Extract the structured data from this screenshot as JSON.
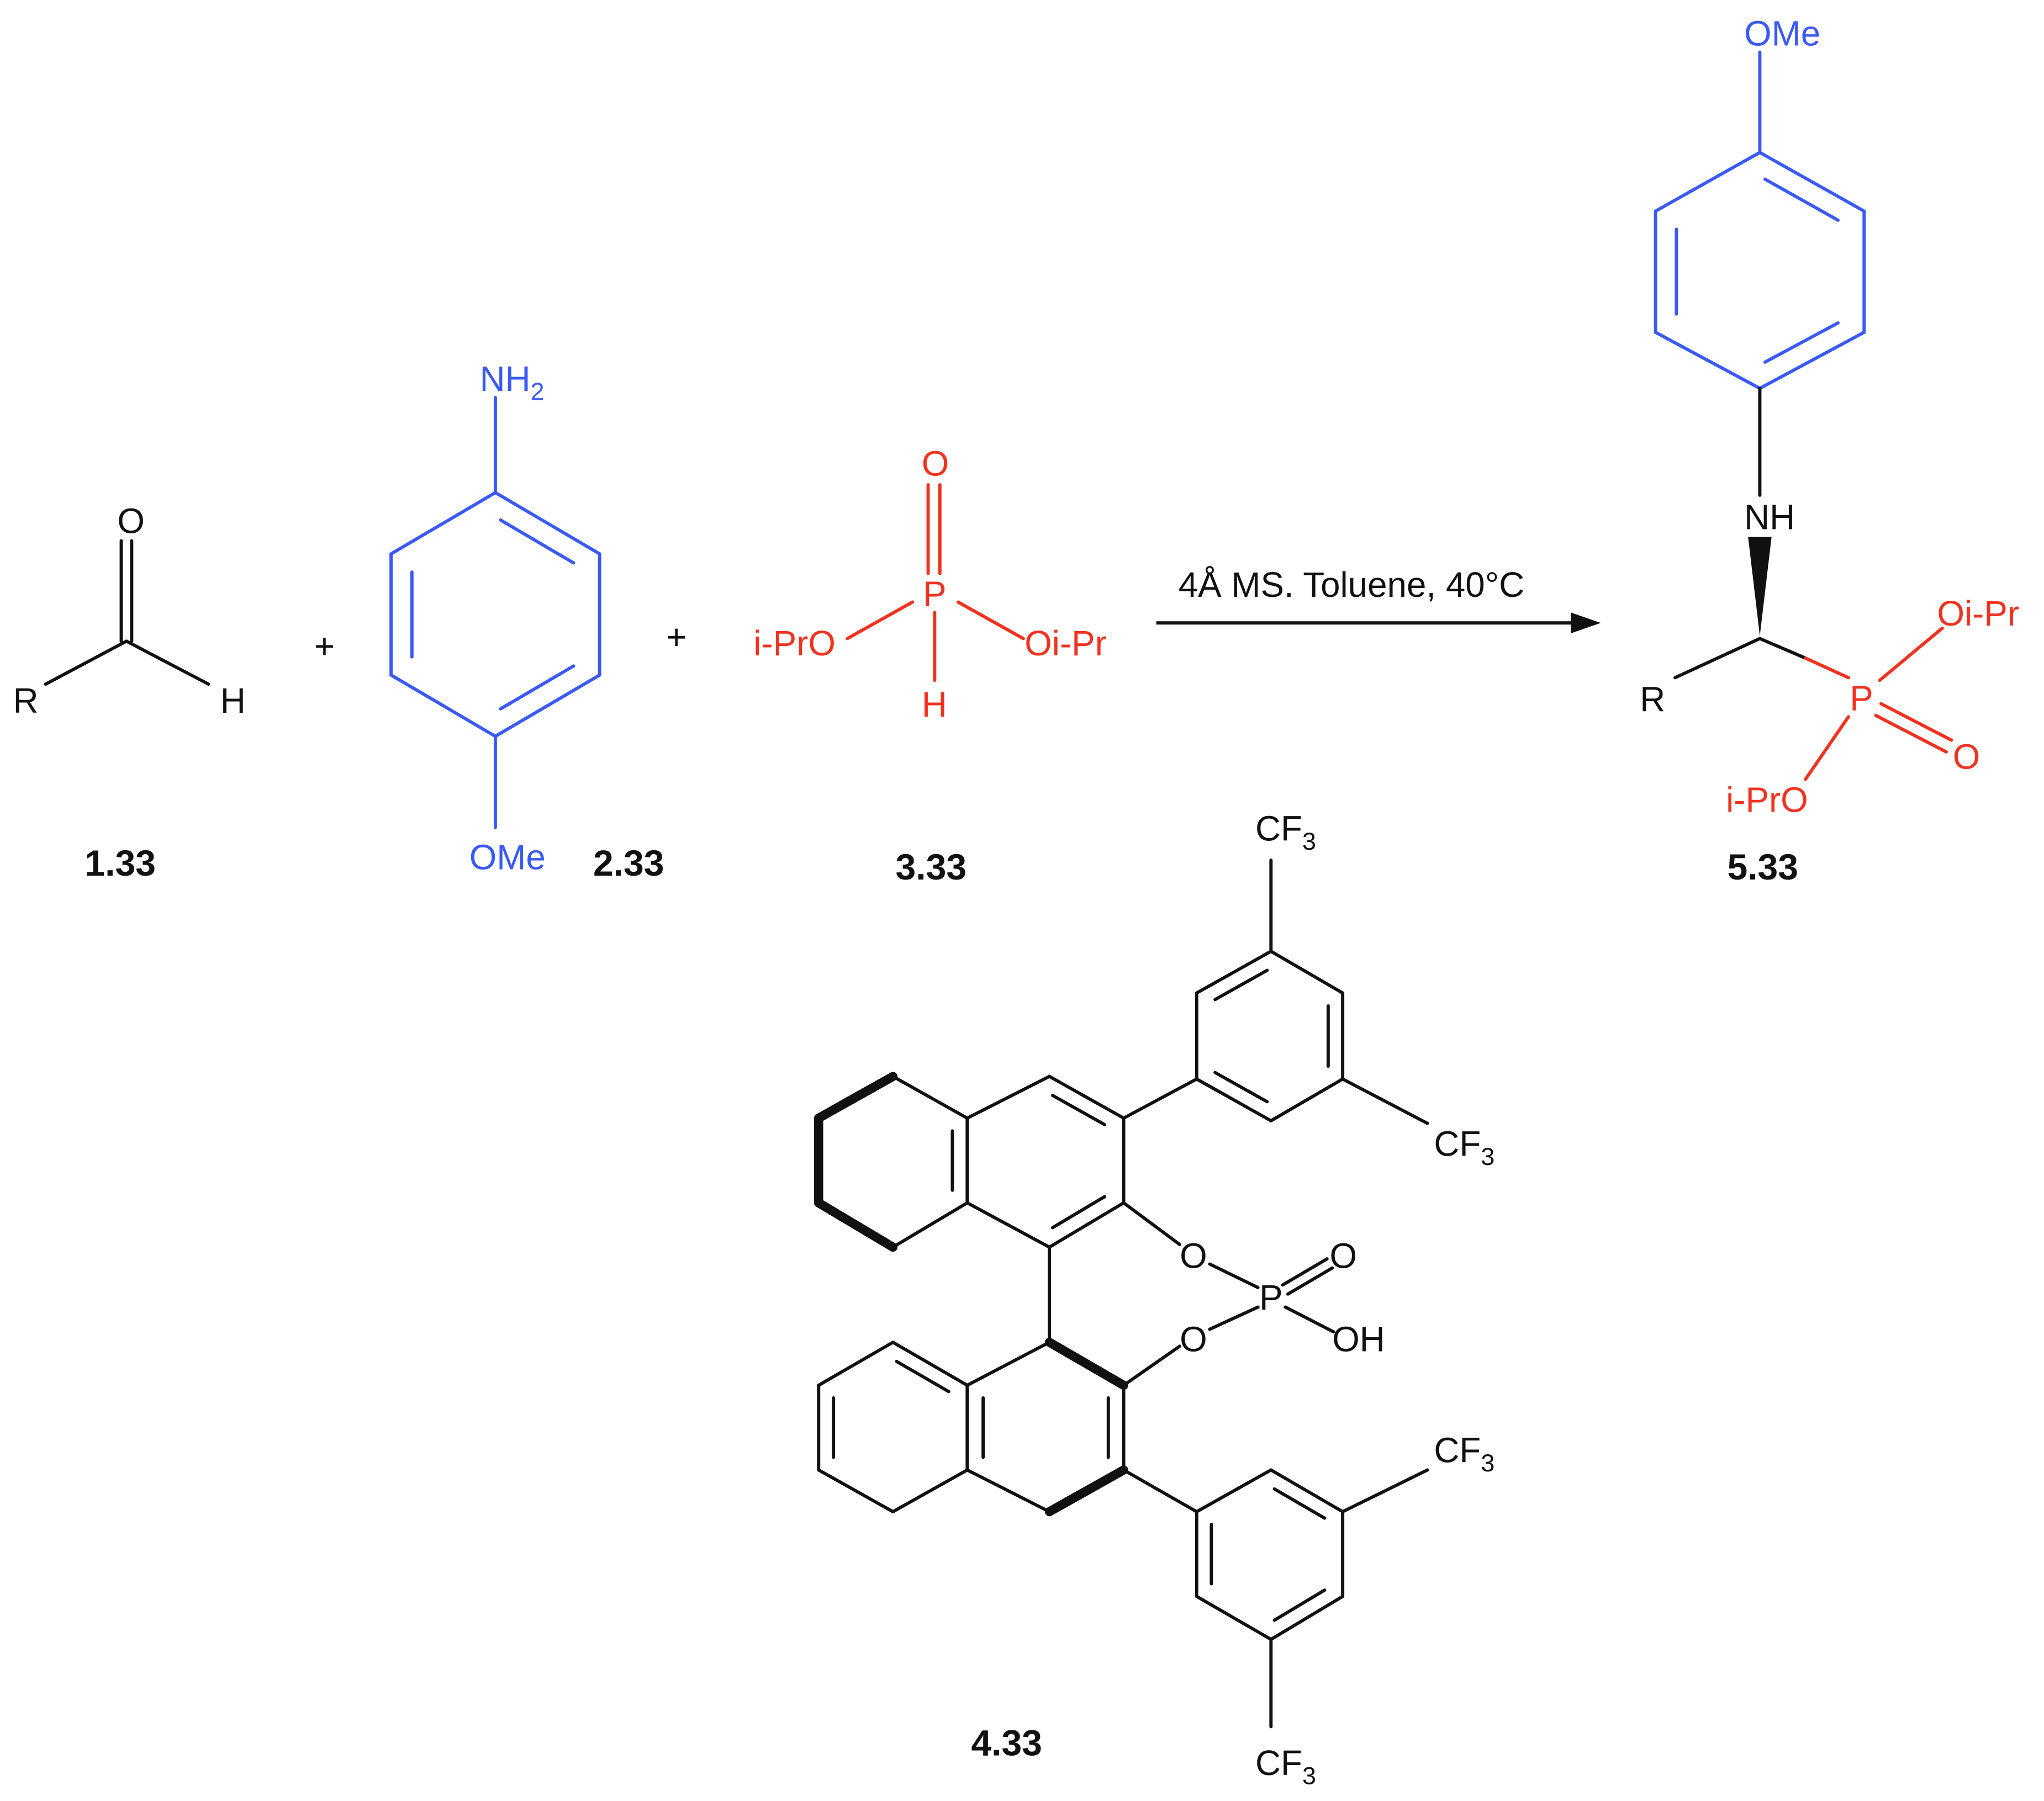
{
  "colors": {
    "black": "#111111",
    "blue": "#3a5af5",
    "red": "#f0321e"
  },
  "reaction": {
    "conditions": "4Å MS.  Toluene, 40°C",
    "plus": "+"
  },
  "compounds": {
    "aldehyde": {
      "label": "1.33",
      "R": "R",
      "O": "O",
      "H": "H"
    },
    "anisidine": {
      "label": "2.33",
      "amine": "NH",
      "amine_sub": "2",
      "methoxy": "OMe"
    },
    "phosphite": {
      "label": "3.33",
      "O": "O",
      "P": "P",
      "H": "H",
      "left": "i-PrO",
      "right": "Oi-Pr"
    },
    "product": {
      "label": "5.33",
      "methoxy": "OMe",
      "NH": "NH",
      "R": "R",
      "P": "P",
      "O": "O",
      "right": "Oi-Pr",
      "left": "i-PrO"
    },
    "catalyst": {
      "label": "4.33",
      "cf3": "CF",
      "cf3_sub": "3",
      "O": "O",
      "P": "P",
      "OH": "OH"
    }
  }
}
